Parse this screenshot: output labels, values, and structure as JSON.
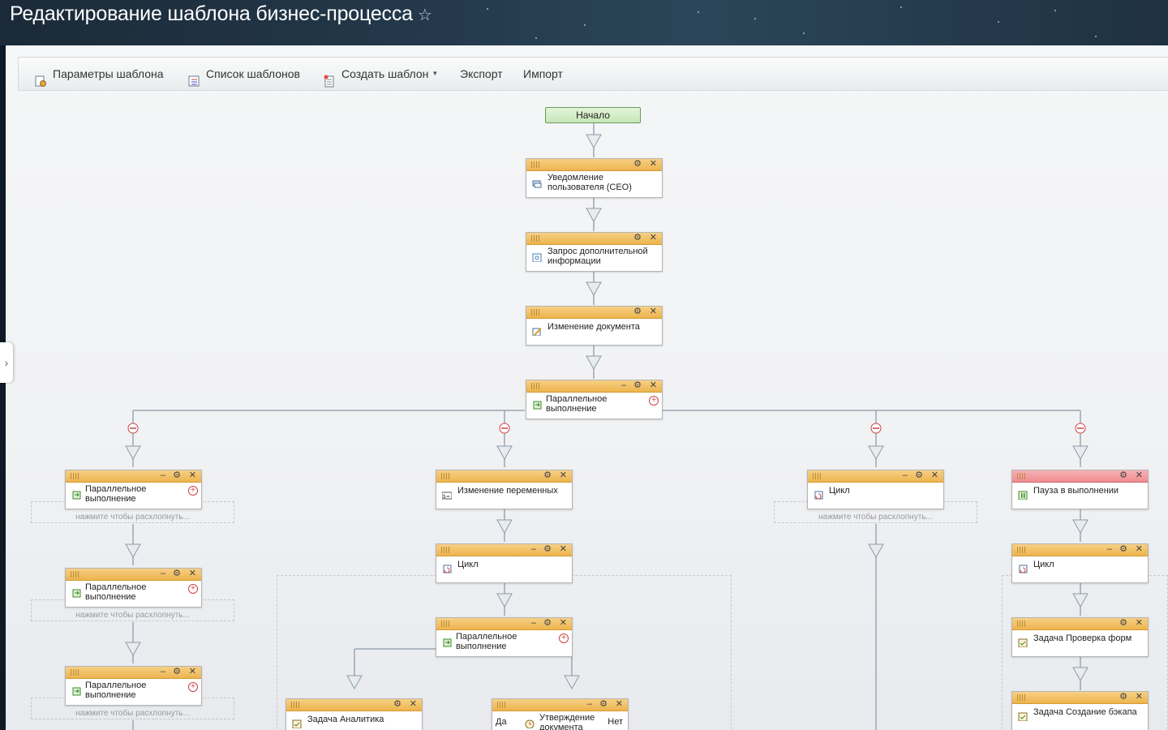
{
  "page": {
    "title": "Редактирование шаблона бизнес-процесса",
    "favorite_icon": "star-outline-icon"
  },
  "toolbar": {
    "params": "Параметры шаблона",
    "list": "Список шаблонов",
    "create": "Создать шаблон",
    "export": "Экспорт",
    "import": "Импорт"
  },
  "start": {
    "label": "Начало"
  },
  "activities": {
    "notify": "Уведомление пользователя (CEO)",
    "request": "Запрос дополнительной информации",
    "change_doc": "Изменение документа",
    "parallel_main": "Параллельное выполнение",
    "parallel": "Параллельное выполнение",
    "change_vars": "Изменение переменных",
    "loop": "Цикл",
    "pause": "Пауза в выполнении",
    "task_forms": "Задача Проверка форм",
    "task_backup": "Задача Создание бэкапа",
    "task_analyst": "Задача Аналитика",
    "approve_doc": "Утверждение документа"
  },
  "expand_hint": "нажмите чтобы расхлопнуть...",
  "branch_labels": {
    "yes": "Да",
    "no": "Нет"
  },
  "colors": {
    "header_orange": "#edb44e",
    "header_pink": "#ee8c90",
    "start_green": "#c7e6b8",
    "line": "#9aa7b3"
  }
}
